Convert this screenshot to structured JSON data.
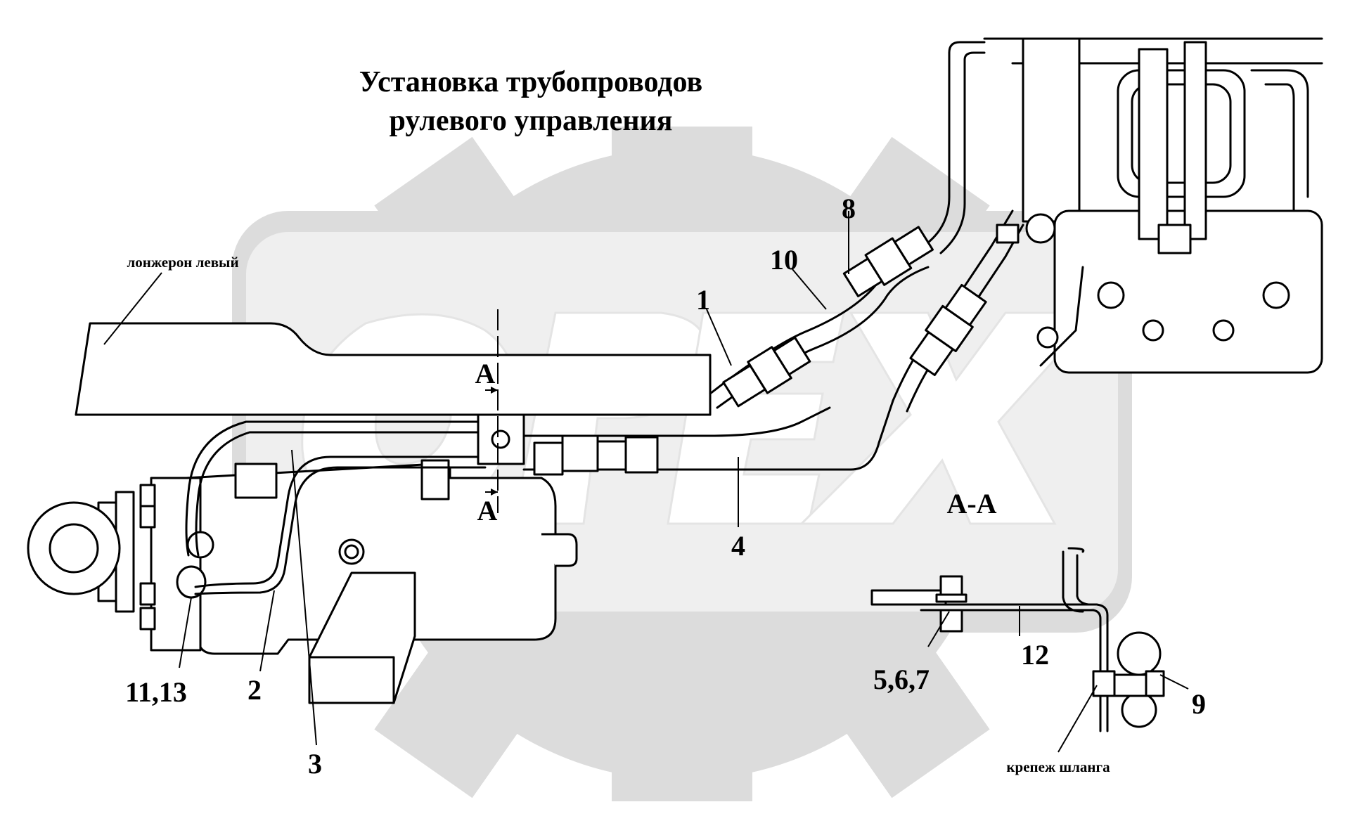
{
  "title": {
    "line1": "Установка трубопроводов",
    "line2": "рулевого управления"
  },
  "watermark": {
    "text": "ОРЕХ",
    "color": "#dcdcdc"
  },
  "notes": {
    "left_spar": "лонжерон левый",
    "hose_mount": "крепеж шланга"
  },
  "section": {
    "view_label": "А-А",
    "marker_top": "А",
    "marker_bottom": "А"
  },
  "callouts": {
    "c1": "1",
    "c2": "2",
    "c3": "3",
    "c4": "4",
    "c8": "8",
    "c9": "9",
    "c10": "10",
    "c12": "12",
    "c11_13": "11,13",
    "c5_6_7": "5,6,7"
  }
}
